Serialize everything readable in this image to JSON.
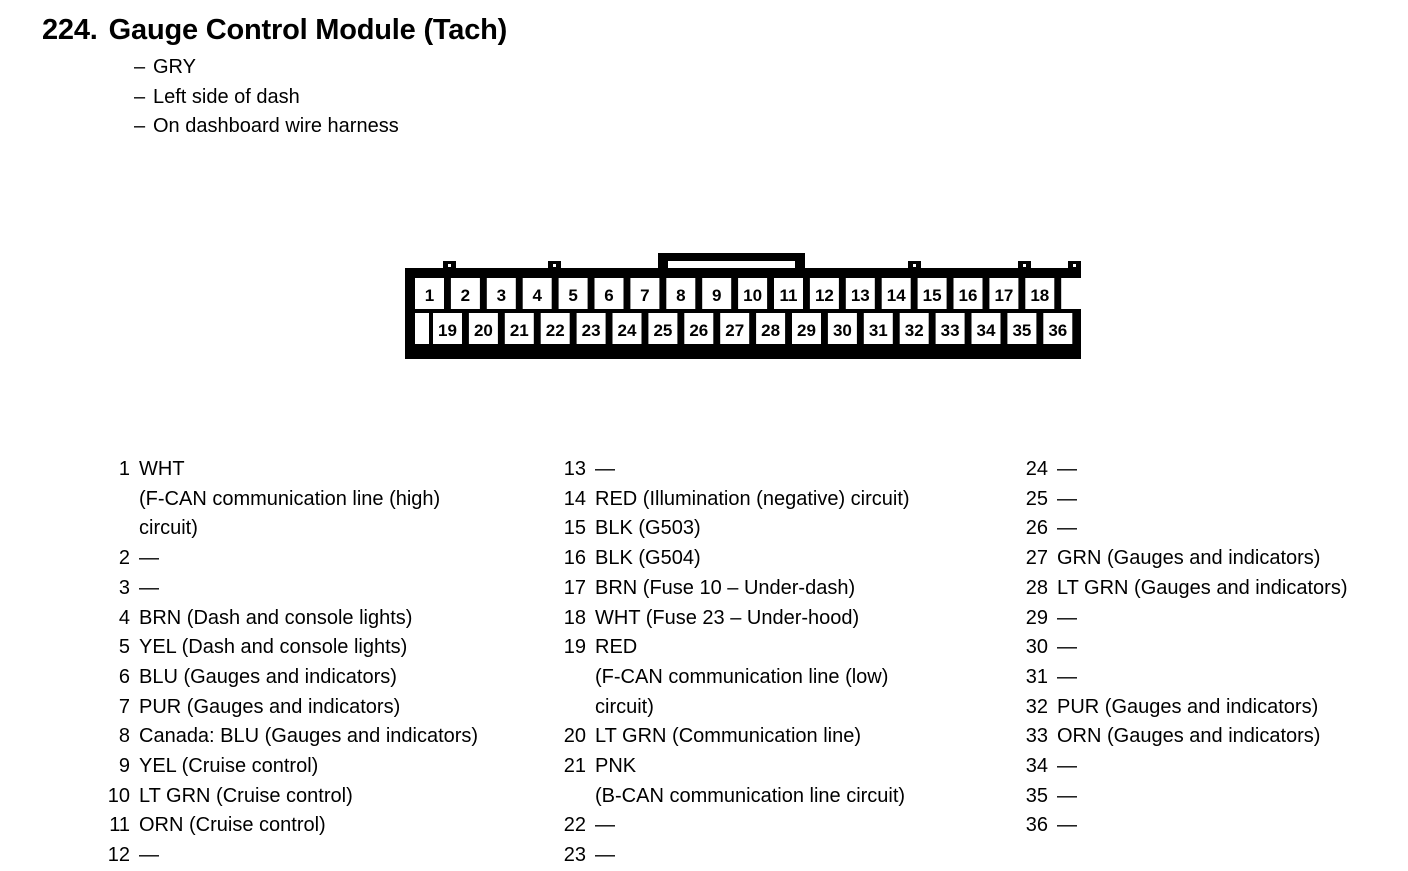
{
  "header": {
    "number": "224.",
    "title": "Gauge Control Module (Tach)",
    "bullets": [
      {
        "dash": "–",
        "text": "GRY"
      },
      {
        "dash": "–",
        "text": "Left side of dash"
      },
      {
        "dash": "–",
        "text": "On dashboard wire harness"
      }
    ]
  },
  "connector": {
    "name": "36-pin connector",
    "top_row_pins": [
      "1",
      "2",
      "3",
      "4",
      "5",
      "6",
      "7",
      "8",
      "9",
      "10",
      "11",
      "12",
      "13",
      "14",
      "15",
      "16",
      "17",
      "18"
    ],
    "bottom_row_pins": [
      "19",
      "20",
      "21",
      "22",
      "23",
      "24",
      "25",
      "26",
      "27",
      "28",
      "29",
      "30",
      "31",
      "32",
      "33",
      "34",
      "35",
      "36"
    ],
    "body_color": "#000000",
    "cavity_color": "#ffffff",
    "latch_span_pins": [
      "8",
      "9",
      "10",
      "11"
    ],
    "top_row_blank_cavity_position": "right-end",
    "bottom_row_blank_cavity_position": "left-end",
    "tab_count": 5
  },
  "pinout": {
    "empty_marker": "—",
    "column1": [
      {
        "pin": "1",
        "desc": "WHT",
        "cont": [
          "(F-CAN communication line (high)",
          "circuit)"
        ]
      },
      {
        "pin": "2",
        "desc": "—",
        "cont": []
      },
      {
        "pin": "3",
        "desc": "—",
        "cont": []
      },
      {
        "pin": "4",
        "desc": "BRN (Dash and console lights)",
        "cont": []
      },
      {
        "pin": "5",
        "desc": "YEL (Dash and console lights)",
        "cont": []
      },
      {
        "pin": "6",
        "desc": "BLU (Gauges and indicators)",
        "cont": []
      },
      {
        "pin": "7",
        "desc": "PUR (Gauges and indicators)",
        "cont": []
      },
      {
        "pin": "8",
        "desc": "Canada: BLU (Gauges and indicators)",
        "cont": []
      },
      {
        "pin": "9",
        "desc": "YEL (Cruise control)",
        "cont": []
      },
      {
        "pin": "10",
        "desc": "LT GRN (Cruise control)",
        "cont": []
      },
      {
        "pin": "11",
        "desc": "ORN (Cruise control)",
        "cont": []
      },
      {
        "pin": "12",
        "desc": "—",
        "cont": []
      }
    ],
    "column2": [
      {
        "pin": "13",
        "desc": "—",
        "cont": []
      },
      {
        "pin": "14",
        "desc": "RED (Illumination (negative) circuit)",
        "cont": []
      },
      {
        "pin": "15",
        "desc": "BLK (G503)",
        "cont": []
      },
      {
        "pin": "16",
        "desc": "BLK (G504)",
        "cont": []
      },
      {
        "pin": "17",
        "desc": "BRN (Fuse 10 – Under-dash)",
        "cont": []
      },
      {
        "pin": "18",
        "desc": "WHT (Fuse 23 – Under-hood)",
        "cont": []
      },
      {
        "pin": "19",
        "desc": "RED",
        "cont": [
          "(F-CAN communication line (low)",
          "circuit)"
        ]
      },
      {
        "pin": "20",
        "desc": "LT GRN (Communication line)",
        "cont": []
      },
      {
        "pin": "21",
        "desc": "PNK",
        "cont": [
          "(B-CAN communication line circuit)"
        ]
      },
      {
        "pin": "22",
        "desc": "—",
        "cont": []
      },
      {
        "pin": "23",
        "desc": "—",
        "cont": []
      }
    ],
    "column3": [
      {
        "pin": "24",
        "desc": "—",
        "cont": []
      },
      {
        "pin": "25",
        "desc": "—",
        "cont": []
      },
      {
        "pin": "26",
        "desc": "—",
        "cont": []
      },
      {
        "pin": "27",
        "desc": "GRN (Gauges and indicators)",
        "cont": []
      },
      {
        "pin": "28",
        "desc": "LT GRN (Gauges and indicators)",
        "cont": []
      },
      {
        "pin": "29",
        "desc": "—",
        "cont": []
      },
      {
        "pin": "30",
        "desc": "—",
        "cont": []
      },
      {
        "pin": "31",
        "desc": "—",
        "cont": []
      },
      {
        "pin": "32",
        "desc": "PUR (Gauges and indicators)",
        "cont": []
      },
      {
        "pin": "33",
        "desc": "ORN (Gauges and indicators)",
        "cont": []
      },
      {
        "pin": "34",
        "desc": "—",
        "cont": []
      },
      {
        "pin": "35",
        "desc": "—",
        "cont": []
      },
      {
        "pin": "36",
        "desc": "—",
        "cont": []
      }
    ]
  }
}
